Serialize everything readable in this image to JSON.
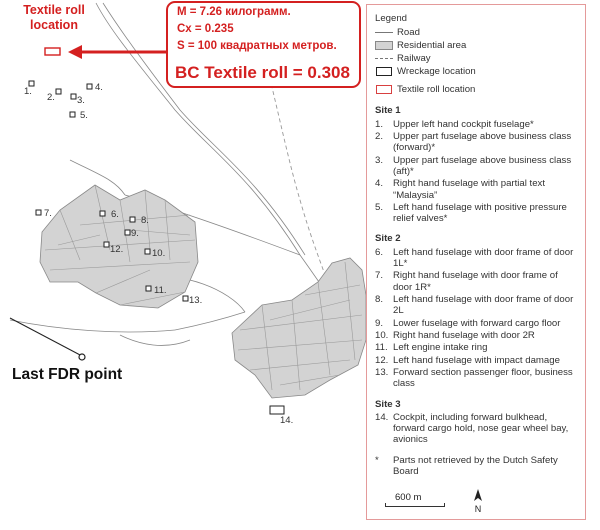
{
  "legend": {
    "title": "Legend",
    "items": [
      {
        "kind": "road",
        "label": "Road"
      },
      {
        "kind": "residential",
        "label": "Residential area"
      },
      {
        "kind": "railway",
        "label": "Railway"
      },
      {
        "kind": "wreckage",
        "label": "Wreckage location"
      },
      {
        "kind": "textile",
        "label": "Textile roll location"
      }
    ]
  },
  "sites": [
    {
      "title": "Site 1",
      "items": [
        {
          "n": "1.",
          "text": "Upper left hand cockpit fuselage*"
        },
        {
          "n": "2.",
          "text": "Upper part fuselage above business class (forward)*"
        },
        {
          "n": "3.",
          "text": "Upper part fuselage above business class (aft)*"
        },
        {
          "n": "4.",
          "text": "Right hand fuselage with partial text “Malaysia”"
        },
        {
          "n": "5.",
          "text": "Left hand fuselage with positive pressure relief valves*"
        }
      ]
    },
    {
      "title": "Site 2",
      "items": [
        {
          "n": "6.",
          "text": "Left hand fuselage with door frame of door 1L*"
        },
        {
          "n": "7.",
          "text": "Right hand fuselage with door frame of door 1R*"
        },
        {
          "n": "8.",
          "text": "Left hand fuselage with door frame of door 2L"
        },
        {
          "n": "9.",
          "text": "Lower fuselage with forward cargo floor"
        },
        {
          "n": "10.",
          "text": "Right hand fuselage with door 2R"
        },
        {
          "n": "11.",
          "text": "Left engine intake ring"
        },
        {
          "n": "12.",
          "text": "Left hand fuselage with impact damage"
        },
        {
          "n": "13.",
          "text": "Forward section passenger floor, business class"
        }
      ]
    },
    {
      "title": "Site 3",
      "items": [
        {
          "n": "14.",
          "text": "Cockpit, including forward bulkhead, forward cargo hold, nose gear wheel bay, avionics"
        }
      ]
    }
  ],
  "footnote": {
    "n": "*",
    "text": "Parts not retrieved by the Dutch Safety Board"
  },
  "scale_label": "600 m",
  "north_label": "N",
  "annotation": {
    "line1": "M = 7.26 килограмм.",
    "line2": "Cx = 0.235",
    "line3": "S = 100 квадратных метров.",
    "result": "BC Textile roll = 0.308"
  },
  "textile_label": "Textile roll location",
  "fdr_label": "Last FDR point",
  "wreck_labels": [
    "1.",
    "2.",
    "3.",
    "4.",
    "5.",
    "6.",
    "7.",
    "8.",
    "9.",
    "10.",
    "11.",
    "12.",
    "13.",
    "14."
  ],
  "colors": {
    "annotation_red": "#d42020",
    "residential_fill": "#d3d3d3",
    "panel_border": "#e49a9a"
  }
}
